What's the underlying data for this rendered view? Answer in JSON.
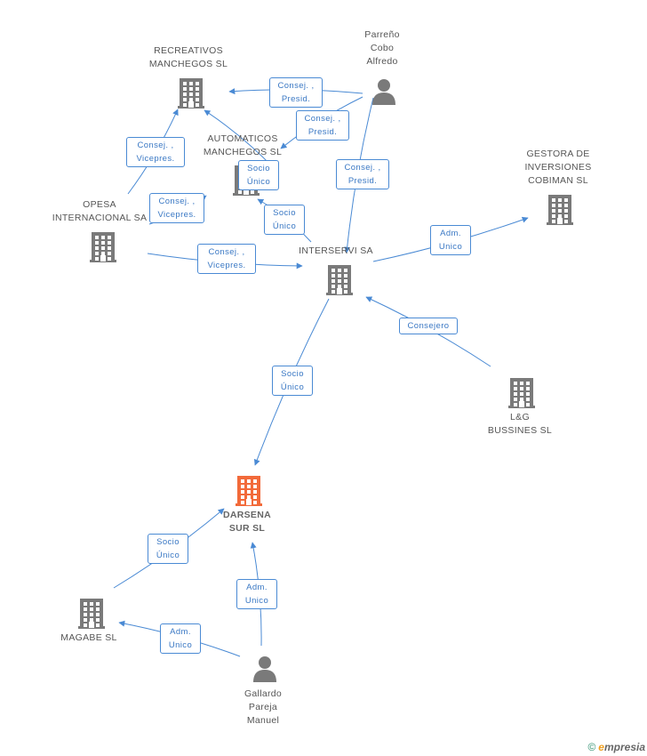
{
  "colors": {
    "edge": "#4a8ad4",
    "node_icon": "#7a7a7a",
    "focus_icon": "#f26a3a"
  },
  "nodes": {
    "recreativos": {
      "label": "RECREATIVOS\nMANCHEGOS SL",
      "type": "company-icon"
    },
    "parreno": {
      "label": "Parreño\nCobo\nAlfredo",
      "type": "person-icon"
    },
    "automaticos": {
      "label": "AUTOMATICOS\nMANCHEGOS SL",
      "type": "company-icon"
    },
    "gestora": {
      "label": "GESTORA DE\nINVERSIONES\nCOBIMAN SL",
      "type": "company-icon"
    },
    "opesa": {
      "label": "OPESA\nINTERNACIONAL SA",
      "type": "company-icon"
    },
    "interservi": {
      "label": "INTERSERVI SA",
      "type": "company-icon"
    },
    "lg": {
      "label": "L&G\nBUSSINES SL",
      "type": "company-icon"
    },
    "darsena": {
      "label": "DARSENA\nSUR SL",
      "type": "company-icon-focus"
    },
    "magabe": {
      "label": "MAGABE SL",
      "type": "company-icon"
    },
    "gallardo": {
      "label": "Gallardo\nPareja\nManuel",
      "type": "person-icon"
    }
  },
  "edges": [
    {
      "id": "e1",
      "label": "Consej. ,\nPresid."
    },
    {
      "id": "e2",
      "label": "Consej. ,\nPresid."
    },
    {
      "id": "e3",
      "label": "Consej. ,\nPresid."
    },
    {
      "id": "e4",
      "label": "Consej. ,\nVicepres."
    },
    {
      "id": "e5",
      "label": "Socio\nÚnico"
    },
    {
      "id": "e6",
      "label": "Consej. ,\nVicepres."
    },
    {
      "id": "e7",
      "label": "Socio\nÚnico"
    },
    {
      "id": "e8",
      "label": "Consej. ,\nVicepres."
    },
    {
      "id": "e9",
      "label": "Adm.\nUnico"
    },
    {
      "id": "e10",
      "label": "Consejero"
    },
    {
      "id": "e11",
      "label": "Socio\nÚnico"
    },
    {
      "id": "e12",
      "label": "Socio\nÚnico"
    },
    {
      "id": "e13",
      "label": "Adm.\nUnico"
    },
    {
      "id": "e14",
      "label": "Adm.\nUnico"
    }
  ],
  "footer": {
    "copyright": "©",
    "brand_first": "e",
    "brand_rest": "mpresia"
  }
}
